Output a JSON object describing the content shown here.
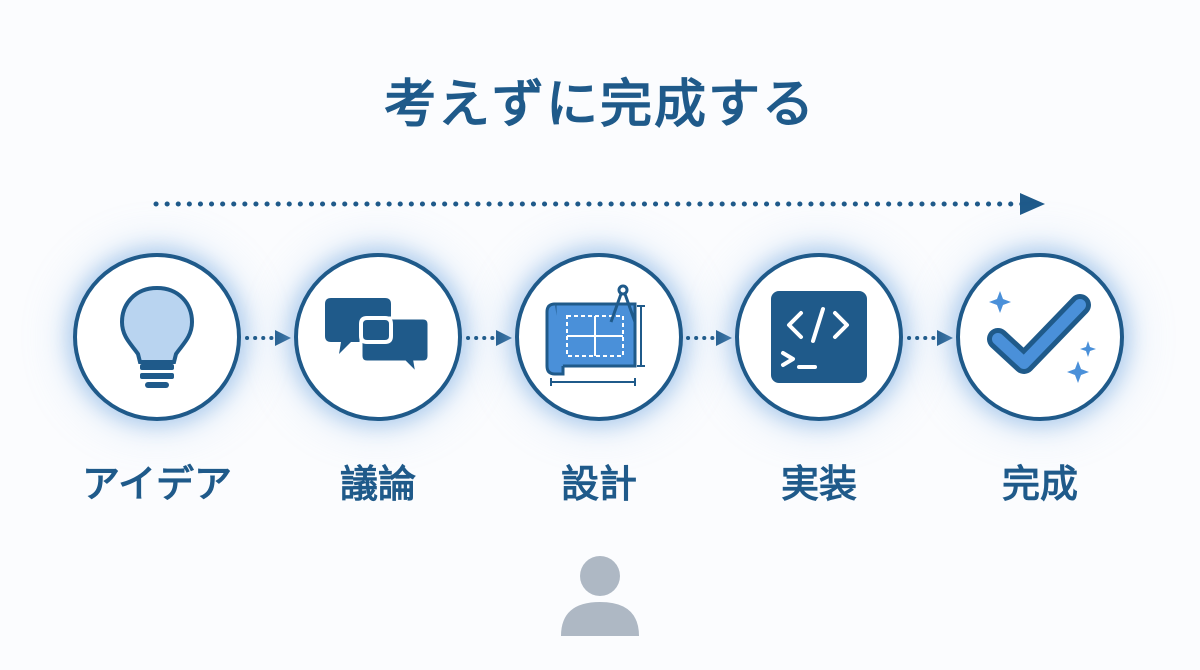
{
  "title": "考えずに完成する",
  "steps": [
    {
      "label": "アイデア",
      "icon": "lightbulb-icon"
    },
    {
      "label": "議論",
      "icon": "speech-bubbles-icon"
    },
    {
      "label": "設計",
      "icon": "blueprint-icon"
    },
    {
      "label": "実装",
      "icon": "code-terminal-icon"
    },
    {
      "label": "完成",
      "icon": "checkmark-sparkle-icon"
    }
  ],
  "colors": {
    "primary": "#1f5a8a",
    "light_fill": "#b9d4f0",
    "accent": "#4a90d9",
    "user_gray": "#aeb8c4"
  }
}
